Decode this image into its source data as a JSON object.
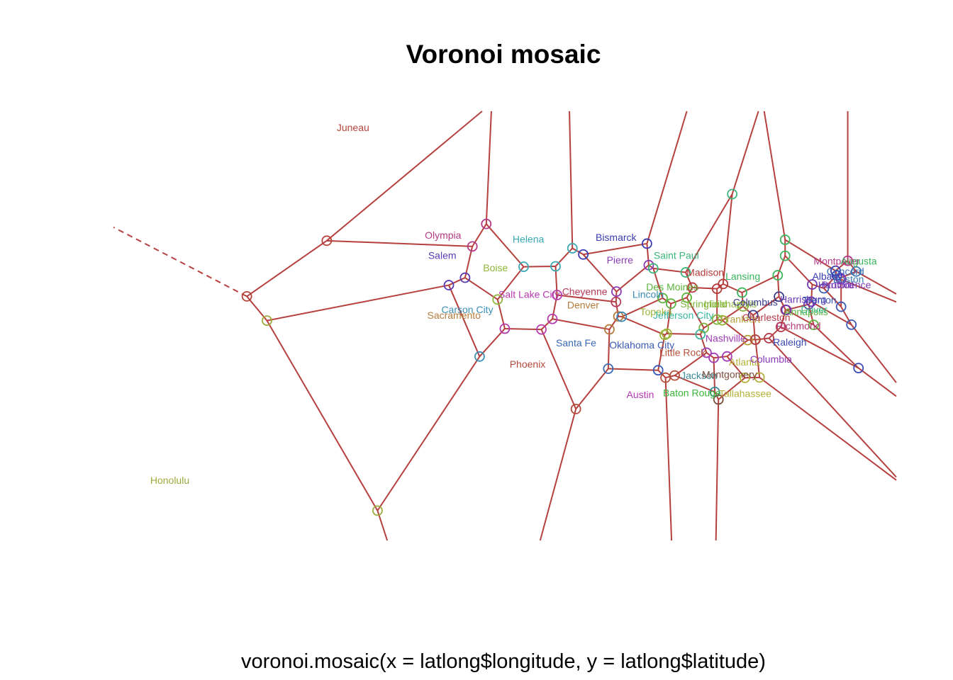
{
  "chart_data": {
    "type": "scatter",
    "title": "Voronoi mosaic",
    "xlabel": "voronoi.mosaic(x = latlong$longitude, y = latlong$latitude)",
    "ylabel": "",
    "xlim": [
      -165,
      -65
    ],
    "ylim": [
      15,
      60
    ],
    "axes_drawn": false,
    "grid": false,
    "sites": [
      {
        "name": "Juneau",
        "lon": -134.4,
        "lat": 58.3,
        "color": "#b5443c"
      },
      {
        "name": "Honolulu",
        "lon": -157.8,
        "lat": 21.3,
        "color": "#9fa83a"
      },
      {
        "name": "Olympia",
        "lon": -122.9,
        "lat": 47.0,
        "color": "#b53a86"
      },
      {
        "name": "Salem",
        "lon": -123.0,
        "lat": 44.9,
        "color": "#5a3ab5"
      },
      {
        "name": "Helena",
        "lon": -112.0,
        "lat": 46.6,
        "color": "#3aa8b5"
      },
      {
        "name": "Boise",
        "lon": -116.2,
        "lat": 43.6,
        "color": "#8fb53a"
      },
      {
        "name": "Salt Lake City",
        "lon": -111.9,
        "lat": 40.8,
        "color": "#b53ab0"
      },
      {
        "name": "Carson City",
        "lon": -119.8,
        "lat": 39.2,
        "color": "#3a8fb5"
      },
      {
        "name": "Sacramento",
        "lon": -121.5,
        "lat": 38.6,
        "color": "#b57a3a"
      },
      {
        "name": "Phoenix",
        "lon": -112.1,
        "lat": 33.5,
        "color": "#b54a3a"
      },
      {
        "name": "Bismarck",
        "lon": -100.8,
        "lat": 46.8,
        "color": "#3a3ab5"
      },
      {
        "name": "Pierre",
        "lon": -100.3,
        "lat": 44.4,
        "color": "#8a3ab5"
      },
      {
        "name": "Cheyenne",
        "lon": -104.8,
        "lat": 41.1,
        "color": "#b53a5a"
      },
      {
        "name": "Denver",
        "lon": -105.0,
        "lat": 39.7,
        "color": "#b57a3a"
      },
      {
        "name": "Santa Fe",
        "lon": -105.9,
        "lat": 35.7,
        "color": "#3a6ab5"
      },
      {
        "name": "Saint Paul",
        "lon": -93.1,
        "lat": 44.9,
        "color": "#3ab57a"
      },
      {
        "name": "Madison",
        "lon": -89.4,
        "lat": 43.1,
        "color": "#b53a3a"
      },
      {
        "name": "Lansing",
        "lon": -84.6,
        "lat": 42.7,
        "color": "#3ab55a"
      },
      {
        "name": "Des Moines",
        "lon": -93.6,
        "lat": 41.6,
        "color": "#5ab53a"
      },
      {
        "name": "Lincoln",
        "lon": -96.7,
        "lat": 40.8,
        "color": "#3a8ab5"
      },
      {
        "name": "Springfield",
        "lon": -89.6,
        "lat": 39.8,
        "color": "#7ab53a"
      },
      {
        "name": "Indianapolis",
        "lon": -86.2,
        "lat": 39.8,
        "color": "#8ab53a"
      },
      {
        "name": "Columbus",
        "lon": -83.0,
        "lat": 40.0,
        "color": "#3a3a8a"
      },
      {
        "name": "Topeka",
        "lon": -95.7,
        "lat": 39.0,
        "color": "#9ab53a"
      },
      {
        "name": "Jefferson City",
        "lon": -92.2,
        "lat": 38.6,
        "color": "#3ab5a0"
      },
      {
        "name": "Frankfort",
        "lon": -84.9,
        "lat": 38.2,
        "color": "#b5a03a"
      },
      {
        "name": "Charleston",
        "lon": -81.6,
        "lat": 38.4,
        "color": "#b53a4a"
      },
      {
        "name": "Oklahoma City",
        "lon": -97.5,
        "lat": 35.5,
        "color": "#3a5ab5"
      },
      {
        "name": "Nashville",
        "lon": -86.8,
        "lat": 36.2,
        "color": "#a03ab5"
      },
      {
        "name": "Raleigh",
        "lon": -78.6,
        "lat": 35.8,
        "color": "#3a4ab5"
      },
      {
        "name": "Little Rock",
        "lon": -92.3,
        "lat": 34.7,
        "color": "#b5503a"
      },
      {
        "name": "Atlanta",
        "lon": -84.4,
        "lat": 33.7,
        "color": "#b5b03a"
      },
      {
        "name": "Columbia",
        "lon": -81.0,
        "lat": 34.0,
        "color": "#8a3ab5"
      },
      {
        "name": "Jackson",
        "lon": -90.2,
        "lat": 32.3,
        "color": "#3a8a9a"
      },
      {
        "name": "Montgomery",
        "lon": -86.3,
        "lat": 32.4,
        "color": "#7a4a3a"
      },
      {
        "name": "Austin",
        "lon": -97.7,
        "lat": 30.3,
        "color": "#b53ab5"
      },
      {
        "name": "Baton Rouge",
        "lon": -91.1,
        "lat": 30.5,
        "color": "#3ab53a"
      },
      {
        "name": "Tallahassee",
        "lon": -84.3,
        "lat": 30.4,
        "color": "#b5b03a"
      },
      {
        "name": "Harrisburg",
        "lon": -76.9,
        "lat": 40.3,
        "color": "#6a3ab5"
      },
      {
        "name": "Trenton",
        "lon": -74.8,
        "lat": 40.2,
        "color": "#3a5ab5"
      },
      {
        "name": "Annapolis",
        "lon": -76.5,
        "lat": 39.0,
        "color": "#5ab53a"
      },
      {
        "name": "Dover",
        "lon": -75.5,
        "lat": 39.2,
        "color": "#3ab58a"
      },
      {
        "name": "Richmond",
        "lon": -77.5,
        "lat": 37.5,
        "color": "#b53a7a"
      },
      {
        "name": "Albany",
        "lon": -73.8,
        "lat": 42.7,
        "color": "#3a3ab5"
      },
      {
        "name": "Hartford",
        "lon": -72.7,
        "lat": 41.8,
        "color": "#7a3ab5"
      },
      {
        "name": "Providence",
        "lon": -71.4,
        "lat": 41.8,
        "color": "#7a3ab5"
      },
      {
        "name": "Boston",
        "lon": -71.1,
        "lat": 42.4,
        "color": "#3a7ab5"
      },
      {
        "name": "Montpelier",
        "lon": -72.6,
        "lat": 44.3,
        "color": "#b53a8a"
      },
      {
        "name": "Concord",
        "lon": -71.5,
        "lat": 43.2,
        "color": "#3a6ab5"
      },
      {
        "name": "Augusta",
        "lon": -69.8,
        "lat": 44.3,
        "color": "#3ab55a"
      }
    ]
  }
}
